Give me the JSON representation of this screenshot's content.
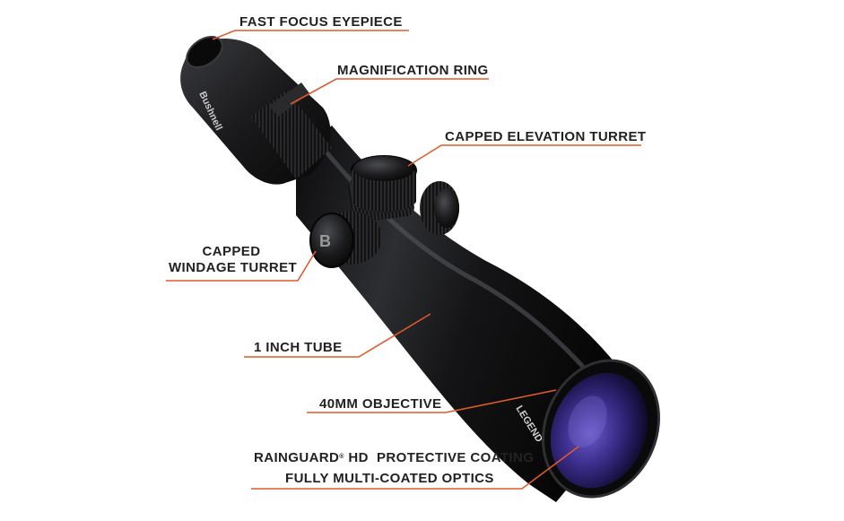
{
  "accent_color": "#e05a2b",
  "callouts": {
    "eyepiece": "FAST FOCUS EYEPIECE",
    "magnification": "MAGNIFICATION RING",
    "elevation": "CAPPED ELEVATION TURRET",
    "windage_line1": "CAPPED",
    "windage_line2": "WINDAGE TURRET",
    "tube": "1 INCH TUBE",
    "objective": "40MM OBJECTIVE",
    "coating_brand": "RAINGUARD",
    "coating_mark": "®",
    "coating_rest": " HD  PROTECTIVE COATING",
    "optics": "FULLY MULTI-COATED OPTICS"
  },
  "product_markings": {
    "brand": "Bushnell",
    "model": "LEGEND",
    "turret_logo": "B"
  }
}
